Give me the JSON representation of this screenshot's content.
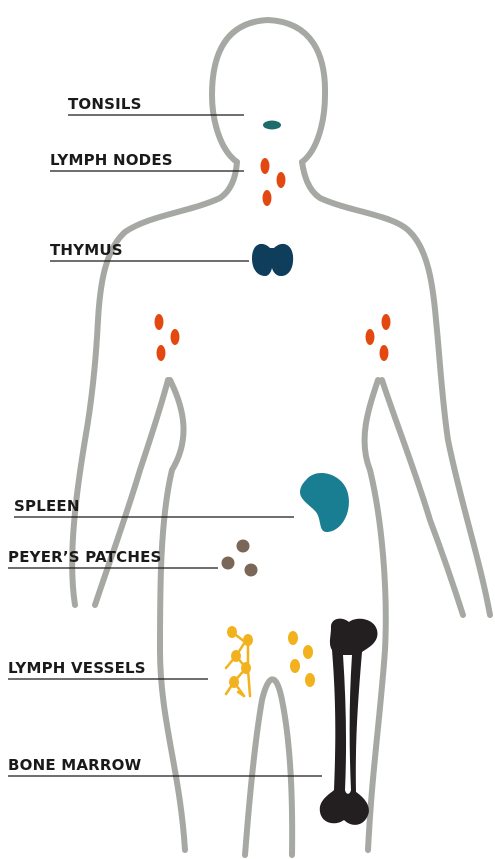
{
  "labels": {
    "tonsils": "TONSILS",
    "lymph_nodes": "LYMPH NODES",
    "thymus": "THYMUS",
    "spleen": "SPLEEN",
    "peyers_patches": "PEYER’S PATCHES",
    "lymph_vessels": "LYMPH VESSELS",
    "bone_marrow": "BONE MARROW"
  },
  "colors": {
    "body_outline": "#a6a9a3",
    "tonsils": "#1e6b6b",
    "lymph_nodes": "#e2480f",
    "thymus": "#0f3d5c",
    "spleen": "#1a7e92",
    "peyers_patches": "#7a6758",
    "lymph_vessels": "#f2b21e",
    "bone_marrow": "#231f20",
    "leader_line": "#1a1a1a"
  },
  "icons": {
    "tonsils": "tonsils-icon",
    "lymph_nodes": "lymph-node-icon",
    "thymus": "thymus-icon",
    "spleen": "spleen-icon",
    "peyers_patches": "peyers-patch-icon",
    "lymph_vessels": "lymph-vessel-icon",
    "bone_marrow": "bone-icon"
  }
}
